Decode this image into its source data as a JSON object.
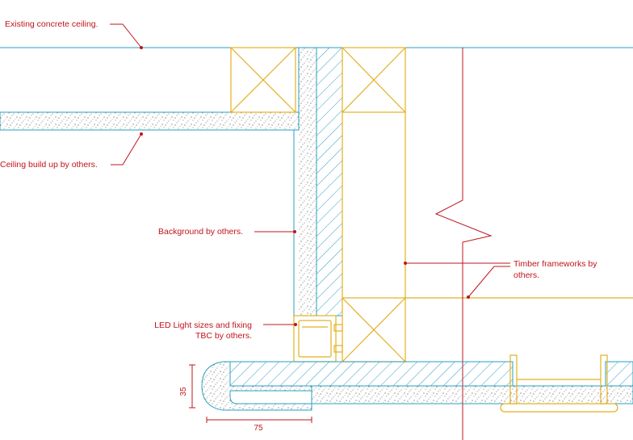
{
  "labels": {
    "existing_ceiling": "Existing concrete ceiling.",
    "ceiling_buildup": "Ceiling build up by others.",
    "background": "Background by others.",
    "led_line1": "LED Light sizes and fixing",
    "led_line2": "TBC by others.",
    "timber_line1": "Timber frameworks by",
    "timber_line2": "others."
  },
  "dimensions": {
    "height": "35",
    "width": "75"
  },
  "colors": {
    "annotation": "#c0141c",
    "concrete_outline": "#2a9fc0",
    "timber": "#e2b020",
    "hatch": "#2a9fc0"
  }
}
